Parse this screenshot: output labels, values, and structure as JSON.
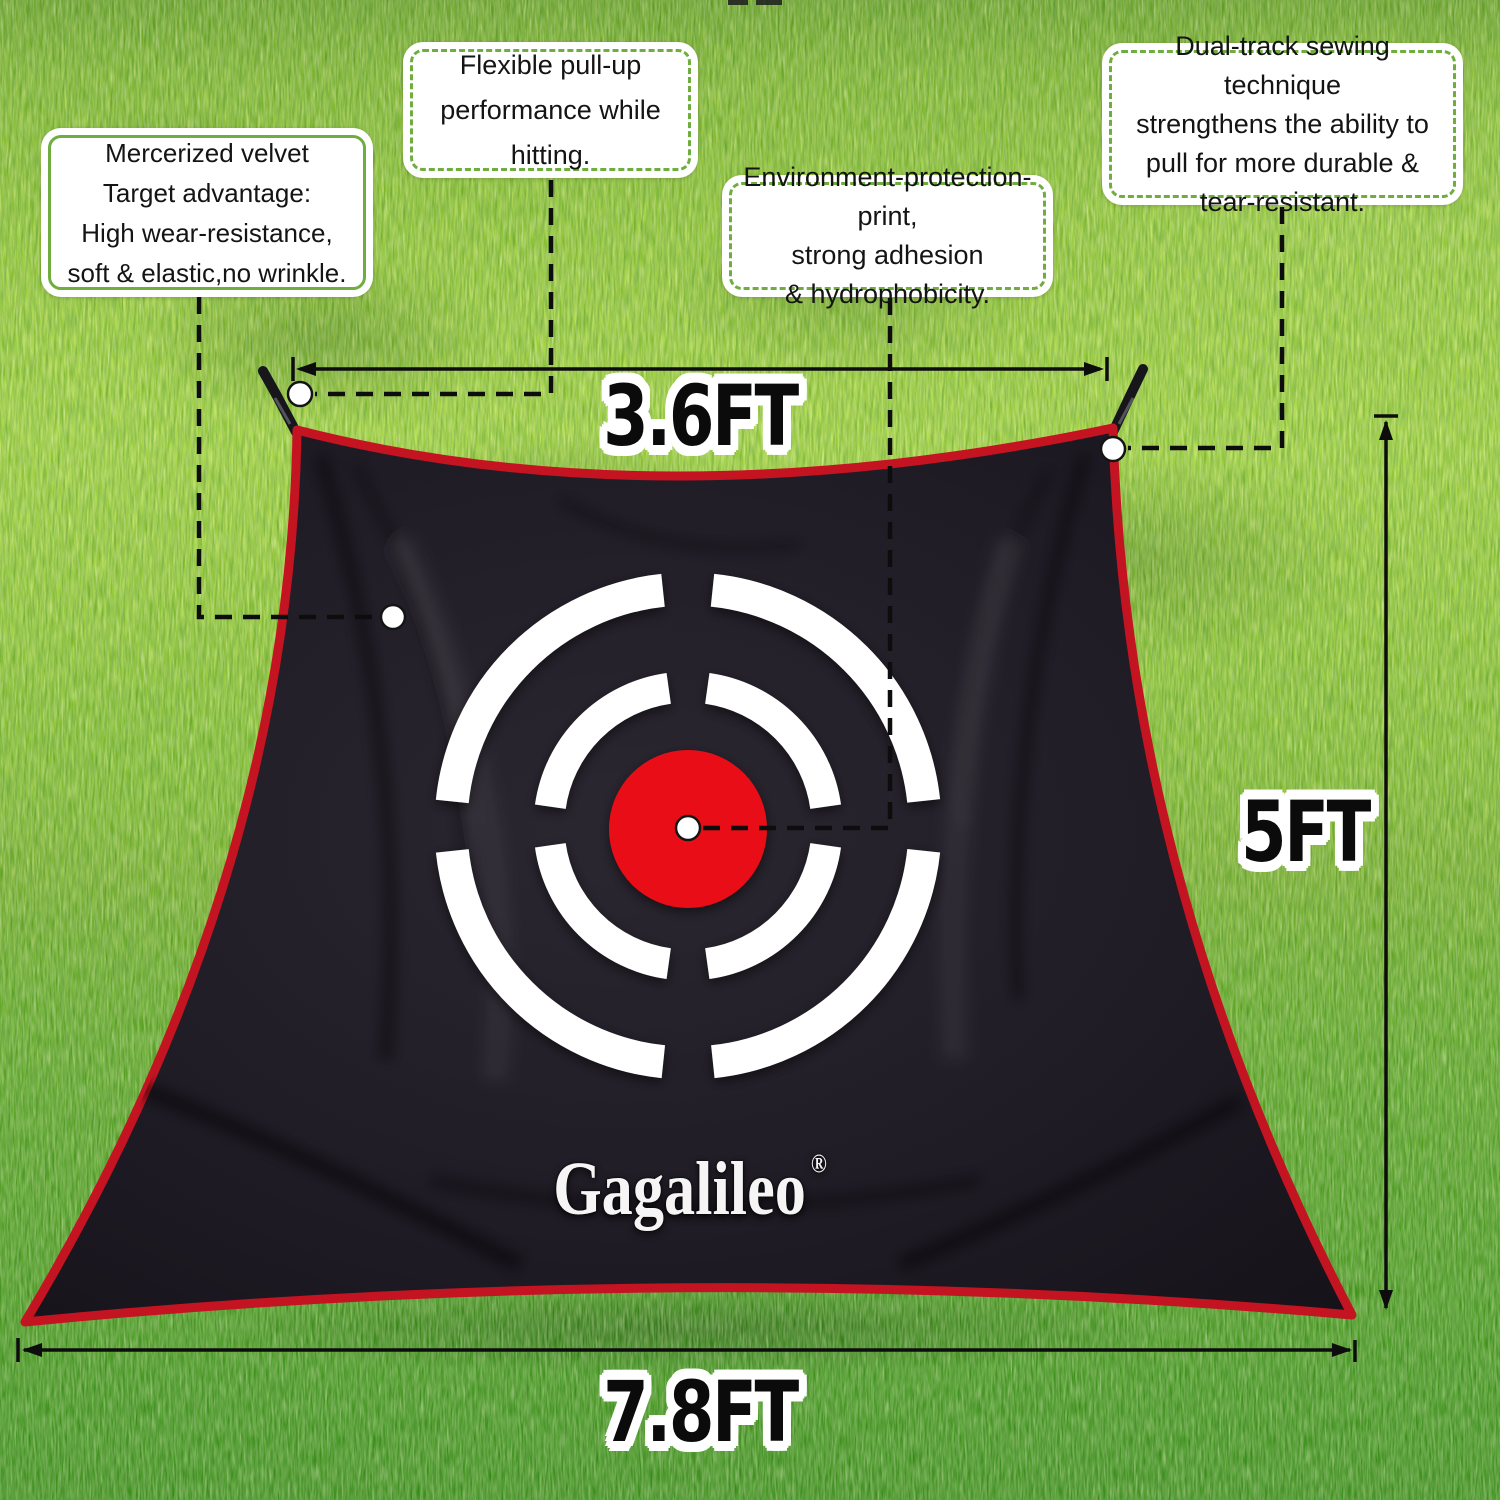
{
  "callouts": {
    "mercerized": {
      "text": "Mercerized velvet\nTarget advantage:\nHigh wear-resistance,\nsoft & elastic,no wrinkle."
    },
    "flexible": {
      "text": "Flexible pull-up\nperformance while hitting."
    },
    "environment": {
      "text": "Environment-protection-print,\nstrong adhesion\n& hydrophobicity."
    },
    "dualtrack": {
      "text": "Dual-track sewing technique\nstrengthens the  ability to\npull for more durable &\ntear-resistant."
    }
  },
  "dimensions": {
    "top_width": "3.6FT",
    "side_height": "5FT",
    "bottom_width": "7.8FT"
  },
  "brand": {
    "name": "Gagalileo",
    "registered": "®"
  },
  "colors": {
    "callout_border_green": "#6fae3e",
    "cloth_black": "#1d1a21",
    "cloth_trim_red": "#c41422",
    "target_center_red": "#e80f15",
    "target_ring_white": "#ffffff",
    "annotation_black": "#0d0d0d",
    "grass_light": "#a9d83f",
    "grass_dark": "#3b8f1a"
  }
}
